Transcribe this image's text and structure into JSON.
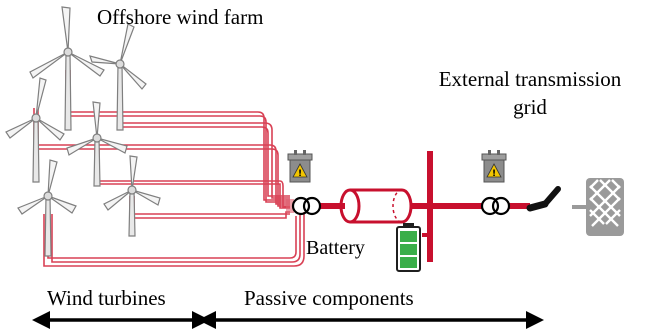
{
  "labels": {
    "offshore_wind_farm": "Offshore wind farm",
    "external_grid_line1": "External transmission",
    "external_grid_line2": "grid",
    "battery": "Battery",
    "wind_turbines": "Wind turbines",
    "passive_components": "Passive components"
  },
  "colors": {
    "cable": "#c8102e",
    "cable_light": "#e06070",
    "turbine": "#7f7f7f",
    "battery_cell": "#3aae49",
    "grid_icon": "#9a9a9a",
    "transformer_icon": "#8c8c8c",
    "warning": "#f2c500"
  }
}
